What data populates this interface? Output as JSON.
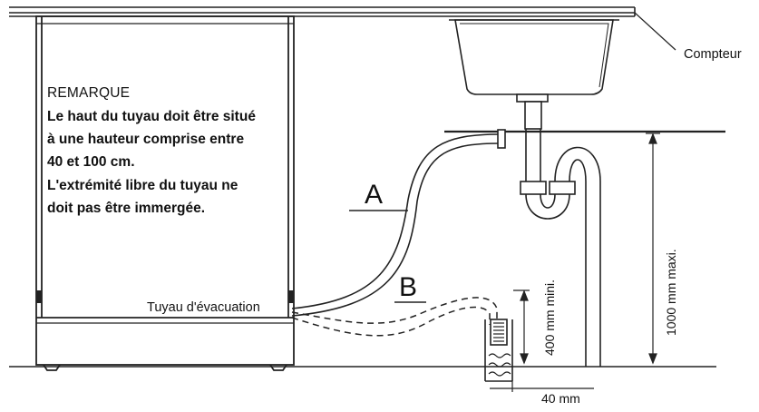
{
  "labels": {
    "counter": "Compteur",
    "drain_hose": "Tuyau d'évacuation",
    "position_a": "A",
    "position_b": "B",
    "min_height": "400 mm mini.",
    "max_height": "1000 mm maxi.",
    "width": "40 mm"
  },
  "note": {
    "title": "REMARQUE",
    "line1": "Le haut du tuyau doit être situé",
    "line2": "à une hauteur comprise entre",
    "line3": "40 et 100 cm.",
    "line4": "L'extrémité libre du tuyau ne",
    "line5": "doit pas être immergée."
  }
}
